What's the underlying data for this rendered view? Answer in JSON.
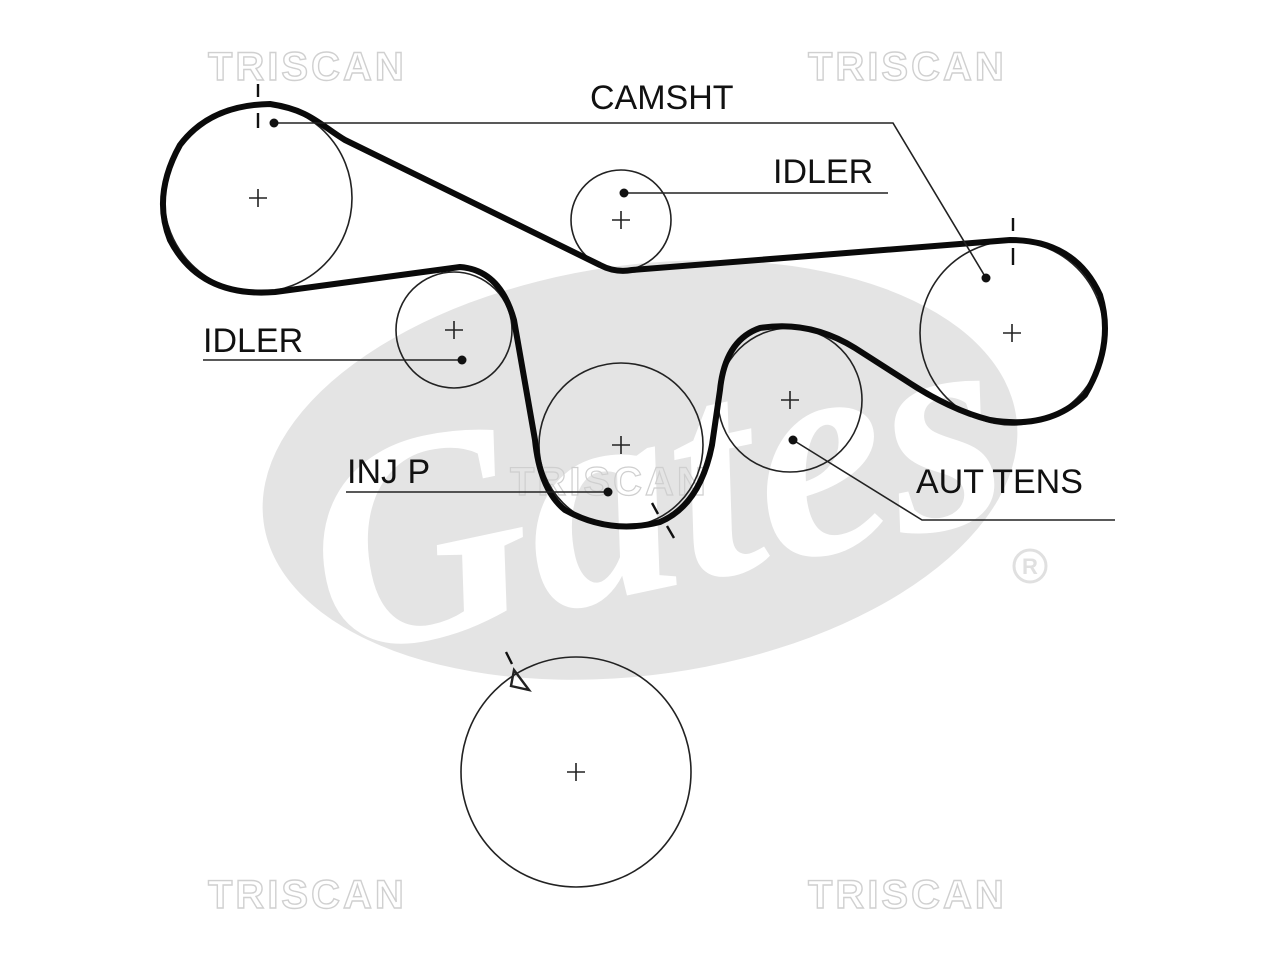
{
  "watermarks": {
    "top_left": "TRISCAN",
    "top_right": "TRISCAN",
    "center": "TRISCAN",
    "bottom_left": "TRISCAN",
    "bottom_right": "TRISCAN"
  },
  "logo": {
    "text": "Gates",
    "registered_mark": "R"
  },
  "labels": {
    "camshaft": "CAMSHT",
    "idler_top": "IDLER",
    "idler_left": "IDLER",
    "injection_pump": "INJ P",
    "auto_tensioner": "AUT TENS"
  },
  "colors": {
    "belt": "#0a0a0a",
    "logo_background": "#e4e4e4",
    "watermark": "#d0d0d0"
  }
}
